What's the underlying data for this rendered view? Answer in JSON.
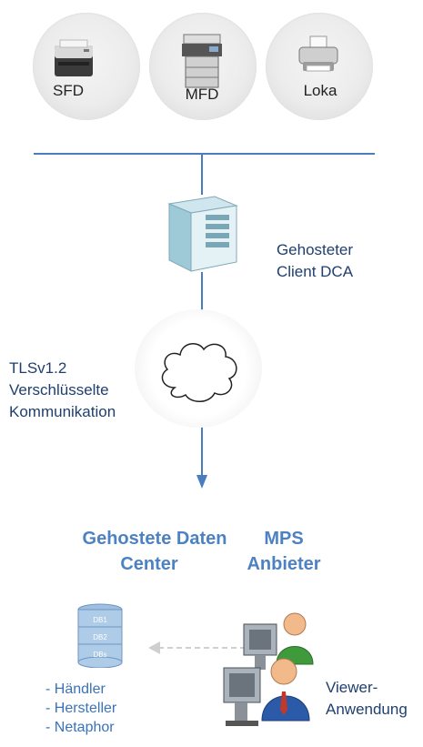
{
  "devices": [
    {
      "label": "SFD",
      "icon": "laser-printer-icon"
    },
    {
      "label": "MFD",
      "icon": "multifunction-device-icon"
    },
    {
      "label": "Loka",
      "icon": "desktop-printer-icon"
    }
  ],
  "client": {
    "line1": "Gehosteter",
    "line2": "Client DCA"
  },
  "encryption": {
    "line1": "TLSv1.2",
    "line2": "Verschlüsselte",
    "line3": "Kommunikation"
  },
  "datacenter_heading": {
    "line1": "Gehostete Daten",
    "line2": "Center"
  },
  "provider_heading": {
    "line1": "MPS",
    "line2": "Anbieter"
  },
  "databases": [
    "DB1",
    "DB2",
    "DBs"
  ],
  "db_roles": [
    "- Händler",
    "- Hersteller",
    "- Netaphor"
  ],
  "viewer": {
    "line1": "Viewer-",
    "line2": "Anwendung"
  },
  "colors": {
    "line": "#4a7dbd",
    "heading": "#4d82c2",
    "dark_text": "#1f3f6e"
  }
}
